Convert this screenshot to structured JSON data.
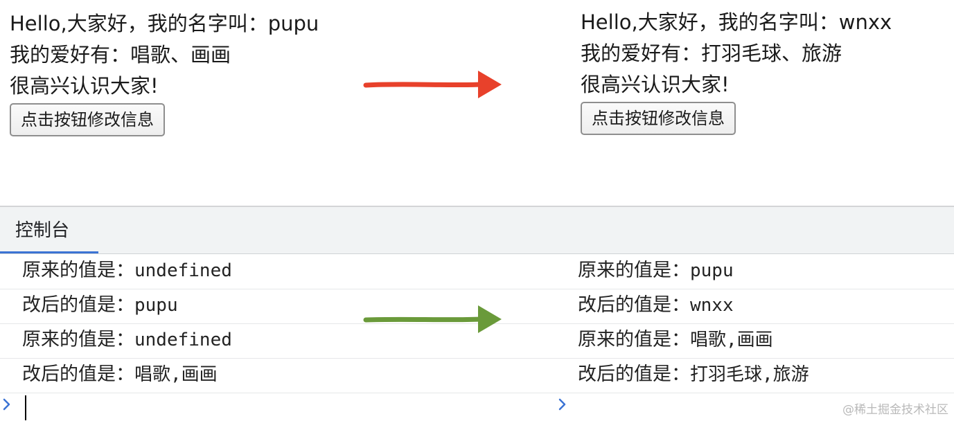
{
  "before": {
    "greeting": "Hello,大家好，我的名字叫：pupu",
    "hobbies": "我的爱好有：唱歌、画画",
    "closing": "很高兴认识大家!",
    "button_label": "点击按钮修改信息"
  },
  "after": {
    "greeting": "Hello,大家好，我的名字叫：wnxx",
    "hobbies": "我的爱好有：打羽毛球、旅游",
    "closing": "很高兴认识大家!",
    "button_label": "点击按钮修改信息"
  },
  "arrows": {
    "top_color": "#e8412b",
    "bottom_color": "#6a9a3a"
  },
  "devtools": {
    "tab_label": "控制台",
    "accent_color": "#3b73d4",
    "rows": [
      {
        "left": {
          "label": "原来的值是：",
          "value": "undefined"
        },
        "right": {
          "label": "原来的值是：",
          "value": "pupu"
        }
      },
      {
        "left": {
          "label": "改后的值是：",
          "value": "pupu"
        },
        "right": {
          "label": "改后的值是：",
          "value": "wnxx"
        }
      },
      {
        "left": {
          "label": "原来的值是：",
          "value": "undefined"
        },
        "right": {
          "label": "原来的值是：",
          "value": "唱歌,画画"
        }
      },
      {
        "left": {
          "label": "改后的值是：",
          "value": "唱歌,画画"
        },
        "right": {
          "label": "改后的值是：",
          "value": "打羽毛球,旅游"
        }
      }
    ],
    "prompt_icon": "chevron-right-icon"
  },
  "watermark": "@稀土掘金技术社区"
}
